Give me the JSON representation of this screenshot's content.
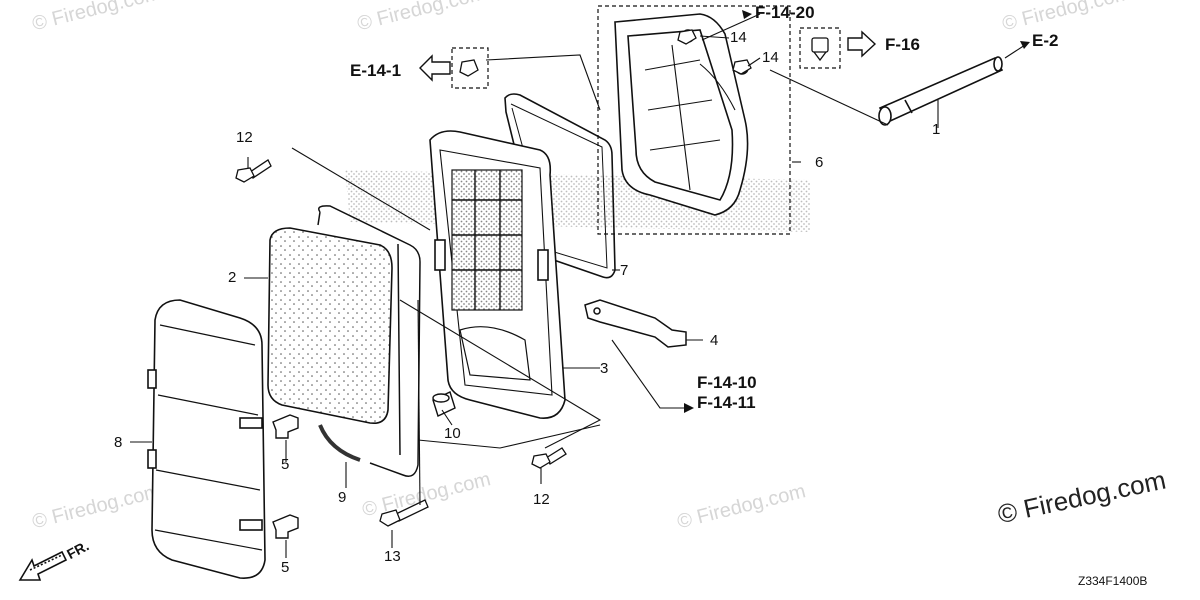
{
  "diagram": {
    "watermark_text": "© Firedog.com",
    "copyright": "© Firedog.com",
    "code": "Z334F1400B",
    "direction_label": "FR.",
    "callouts": {
      "c1": "1",
      "c2": "2",
      "c3": "3",
      "c4": "4",
      "c5a": "5",
      "c5b": "5",
      "c6": "6",
      "c7": "7",
      "c8": "8",
      "c9": "9",
      "c10": "10",
      "c12a": "12",
      "c12b": "12",
      "c13": "13",
      "c14a": "14",
      "c14b": "14"
    },
    "refs": {
      "f1420": "F-14-20",
      "f16": "F-16",
      "e2": "E-2",
      "e141": "E-14-1",
      "f1410": "F-14-10",
      "f1411": "F-14-11"
    }
  }
}
